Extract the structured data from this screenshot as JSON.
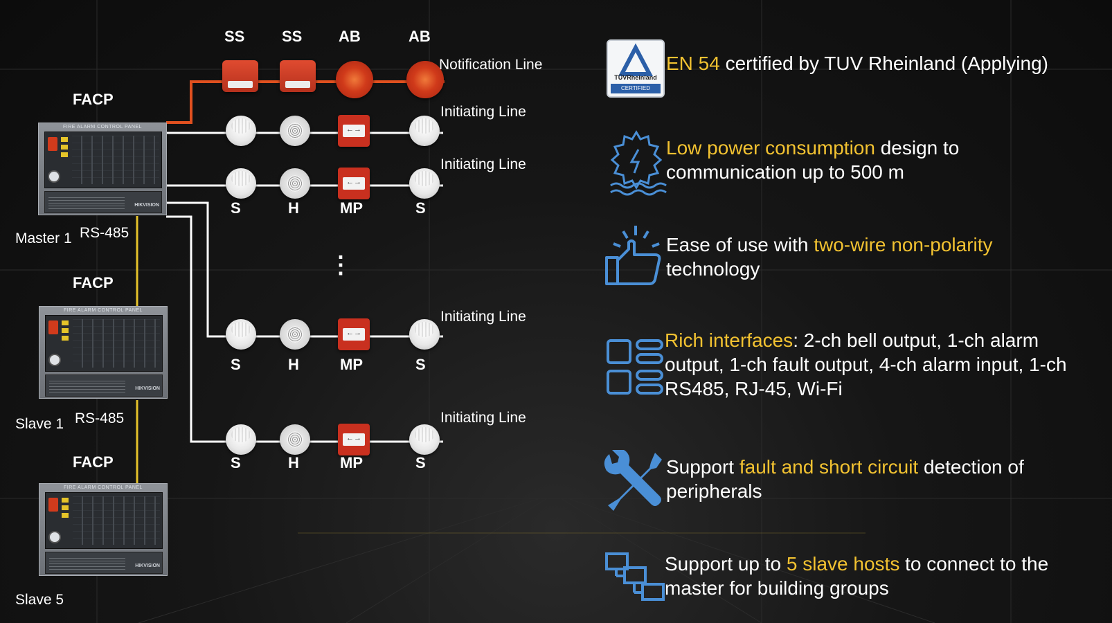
{
  "colors": {
    "highlight": "#f2c231",
    "icon": "#4a8fd6",
    "notification_line": "#e0501f",
    "rs485_line": "#e5c22a"
  },
  "panels": [
    {
      "label": "FACP",
      "role": "Master 1",
      "title": "FIRE ALARM CONTROL PANEL",
      "brand": "HIKVISION"
    },
    {
      "label": "FACP",
      "role": "Slave 1",
      "title": "FIRE ALARM CONTROL PANEL",
      "brand": "HIKVISION"
    },
    {
      "label": "FACP",
      "role": "Slave 5",
      "title": "FIRE ALARM CONTROL PANEL",
      "brand": "HIKVISION"
    }
  ],
  "bus_labels": [
    "RS-485",
    "RS-485"
  ],
  "notification": {
    "devices": [
      "SS",
      "SS",
      "AB",
      "AB"
    ],
    "line_label": "Notification Line"
  },
  "initiating": {
    "line_label": "Initiating Line",
    "devices": [
      "S",
      "H",
      "MP",
      "S"
    ],
    "continuation": "⋮"
  },
  "features": [
    {
      "icon": "tuv-certified-icon",
      "badge": {
        "brand": "TÜVRheinland",
        "stamp": "CERTIFIED"
      },
      "parts": [
        [
          "EN 54",
          true
        ],
        [
          " certified by TUV Rheinland (Applying)",
          false
        ]
      ]
    },
    {
      "icon": "power-gear-icon",
      "parts": [
        [
          "Low power consumption",
          true
        ],
        [
          " design to communication up to 500 m",
          false
        ]
      ]
    },
    {
      "icon": "thumbs-up-icon",
      "parts": [
        [
          "Ease of use with ",
          false
        ],
        [
          "two-wire non-polarity",
          true
        ],
        [
          " technology",
          false
        ]
      ]
    },
    {
      "icon": "interfaces-grid-icon",
      "parts": [
        [
          "Rich interfaces",
          true
        ],
        [
          ": 2-ch bell output, 1-ch alarm output, 1-ch fault output, 4-ch alarm input, 1-ch RS485, RJ-45, Wi-Fi",
          false
        ]
      ]
    },
    {
      "icon": "wrench-screwdriver-icon",
      "parts": [
        [
          "Support ",
          false
        ],
        [
          "fault and short circuit",
          true
        ],
        [
          " detection of peripherals",
          false
        ]
      ]
    },
    {
      "icon": "cascade-hosts-icon",
      "parts": [
        [
          "Support up to ",
          false
        ],
        [
          "5 slave hosts",
          true
        ],
        [
          " to connect to the master for building groups",
          false
        ]
      ]
    }
  ]
}
